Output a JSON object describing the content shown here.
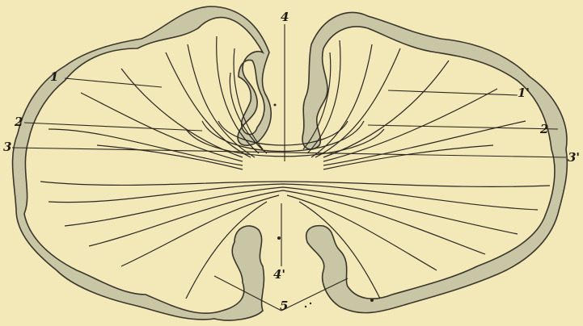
{
  "figure": {
    "labels": {
      "l1": "1",
      "l2": "2",
      "l3": "3",
      "l1p": "1'",
      "l2p": "2",
      "l3p": "3'",
      "l4": "4",
      "l4p": "4'",
      "l5": "5"
    },
    "colors": {
      "paper": "#f3e9b8",
      "gray_matter": "#c9c6a6",
      "ink": "#2b2720"
    }
  }
}
